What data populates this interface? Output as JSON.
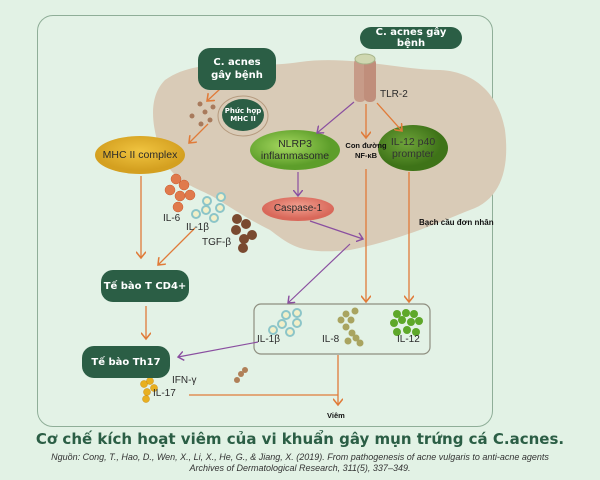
{
  "diagram": {
    "nodes": {
      "cacnes_left": "C. acnes\ngây bệnh",
      "cacnes_top": "C. acnes gây bệnh",
      "mhc_complex_inner": "Phức hợp\nMHC II",
      "tlr2": "TLR-2",
      "mhc_complex": "MHC II complex",
      "nlrp3": "NLRP3\ninflammasome",
      "nfkb": "Con đường\nNF-κB",
      "il12p40": "IL-12 p40\nprompter",
      "caspase": "Caspase-1",
      "monocyte": "Bạch cầu đơn nhân",
      "il6": "IL-6",
      "il1b_left": "IL-1β",
      "tgfb": "TGF-β",
      "cd4": "Tế bào T CD4+",
      "th17": "Tế bào Th17",
      "ifng": "IFN-γ",
      "il17": "IL-17",
      "il1b_box": "IL-1β",
      "il8": "IL-8",
      "il12": "IL-12",
      "inflammation": "Viêm"
    },
    "colors": {
      "dark_green": "#2b5e45",
      "orange_arrow": "#e07b39",
      "purple_arrow": "#8a4fa0",
      "cell_body": "#d9cbb7",
      "mhc_yellow": "#e0b12a",
      "nlrp3_green": "#7cbb3a",
      "il12_green": "#4f8a22",
      "caspase_red": "#e07a6a"
    }
  },
  "caption": {
    "title": "Cơ chế kích hoạt viêm của vi khuẩn gây mụn trứng cá C.acnes.",
    "source_line1": "Nguồn: Cong, T., Hao, D., Wen, X., Li, X., He, G., & Jiang, X. (2019). From pathogenesis of acne vulgaris to anti-acne agents",
    "source_line2": "Archives of Dermatological Research, 311(5), 337–349."
  }
}
